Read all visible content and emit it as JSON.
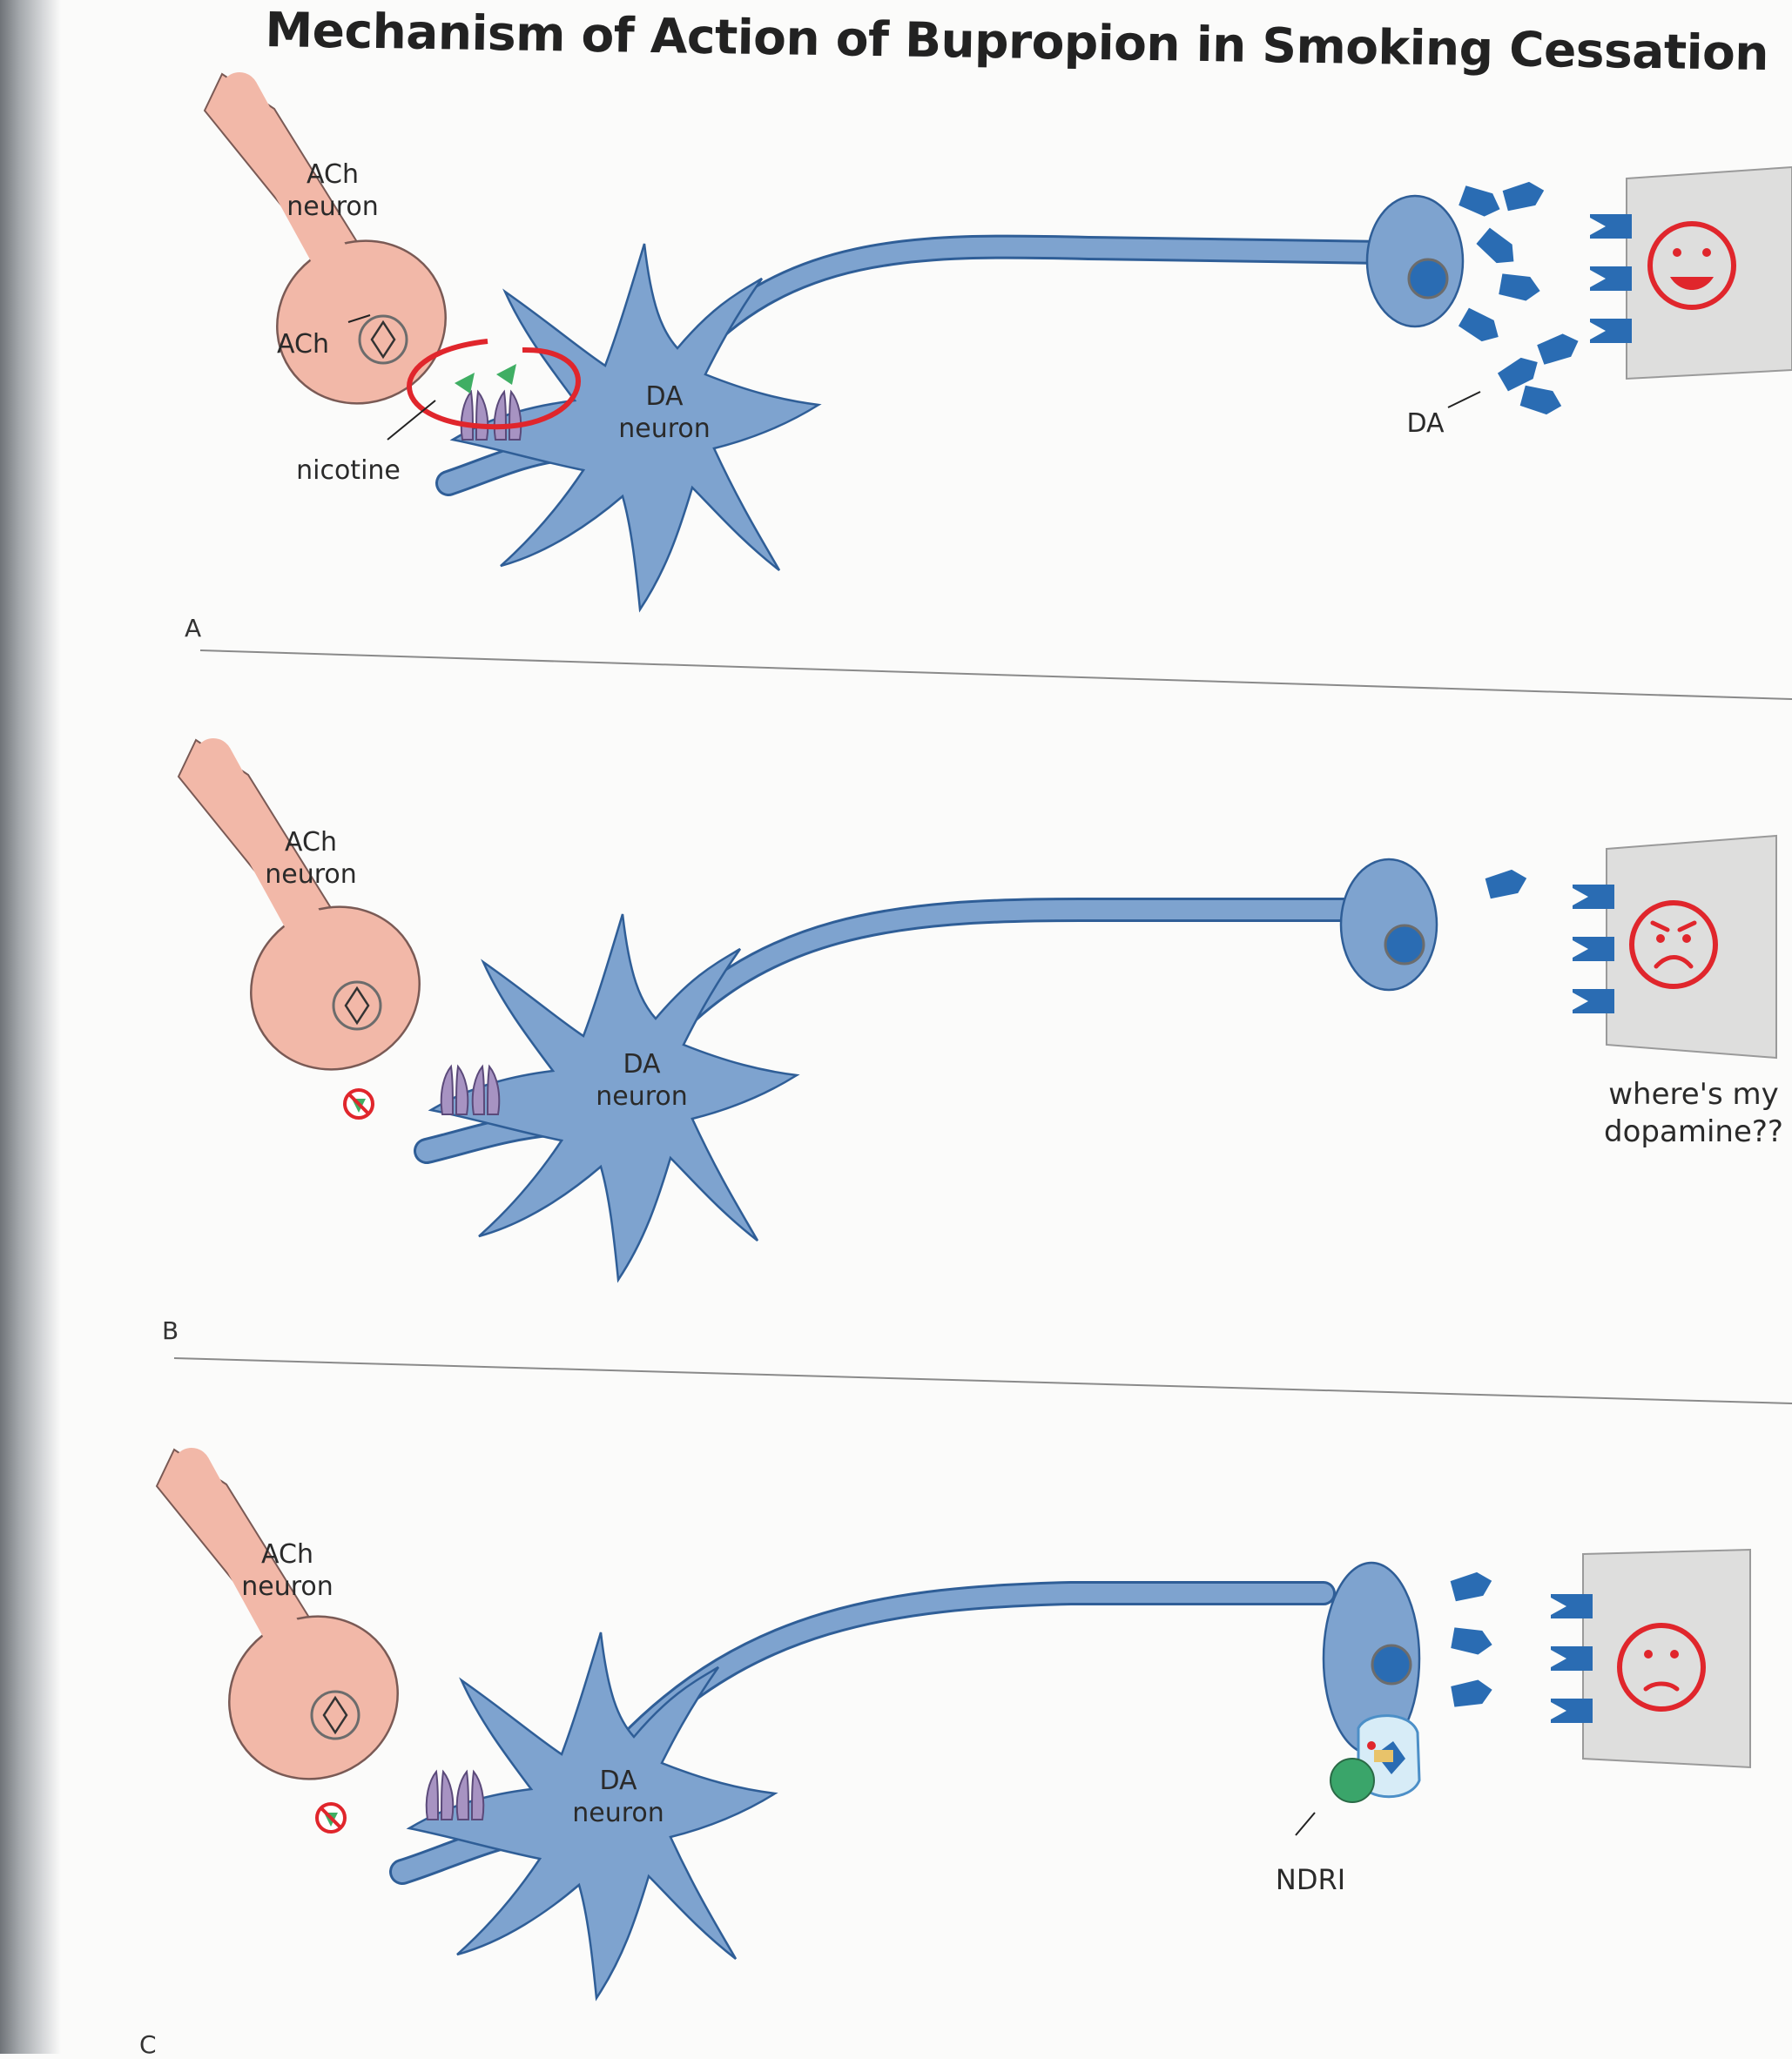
{
  "title": "Mechanism of Action of Bupropion in Smoking Cessation",
  "panels": [
    {
      "letter": "A",
      "ach_neuron_label": [
        "ACh",
        "neuron"
      ],
      "ach_label": "ACh",
      "nicotine_label": "nicotine",
      "da_neuron_label": [
        "DA",
        "neuron"
      ],
      "da_label": "DA",
      "face": "happy"
    },
    {
      "letter": "B",
      "ach_neuron_label": [
        "ACh",
        "neuron"
      ],
      "da_neuron_label": [
        "DA",
        "neuron"
      ],
      "caption": [
        "where's my",
        "dopamine??"
      ],
      "face": "angry"
    },
    {
      "letter": "C",
      "ach_neuron_label": [
        "ACh",
        "neuron"
      ],
      "da_neuron_label": [
        "DA",
        "neuron"
      ],
      "ndri_label": "NDRI",
      "face": "neutral"
    }
  ],
  "colors": {
    "ach_neuron": "#f2b8a8",
    "da_neuron": "#7ea3cf",
    "da_neuron_stroke": "#2f5e97",
    "dopamine": "#2a6cb3",
    "postsynaptic": "#dededd",
    "face": "#e0262c",
    "nicotine": "#3fae63",
    "receptor": "#a793c2",
    "ndri": "#3aa56a",
    "divider": "#8a8a8a"
  }
}
